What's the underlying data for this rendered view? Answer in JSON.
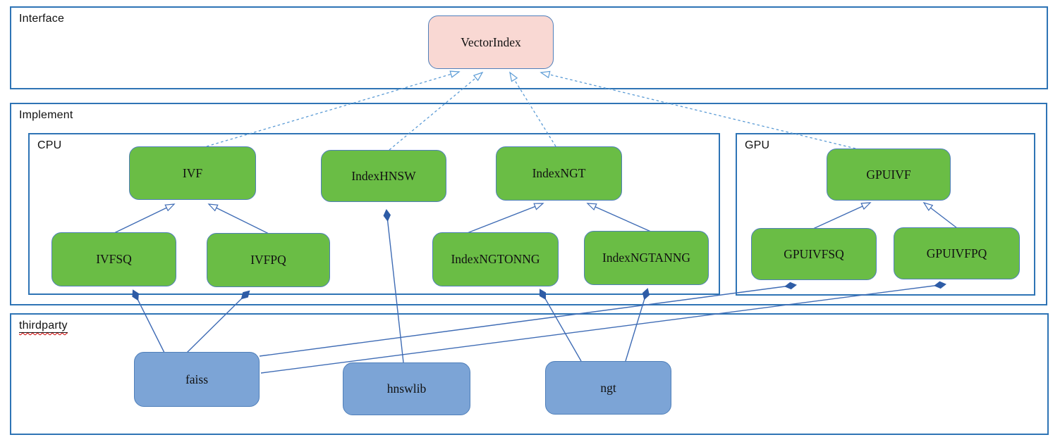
{
  "containers": {
    "interface": {
      "label": "Interface"
    },
    "implement": {
      "label": "Implement"
    },
    "cpu": {
      "label": "CPU"
    },
    "gpu": {
      "label": "GPU"
    },
    "thirdparty": {
      "label": "thirdparty"
    }
  },
  "nodes": {
    "vectorindex": {
      "label": "VectorIndex",
      "group": "interface"
    },
    "ivf": {
      "label": "IVF",
      "group": "cpu"
    },
    "indexhnsw": {
      "label": "IndexHNSW",
      "group": "cpu"
    },
    "indexngt": {
      "label": "IndexNGT",
      "group": "cpu"
    },
    "ivfsq": {
      "label": "IVFSQ",
      "group": "cpu"
    },
    "ivfpq": {
      "label": "IVFPQ",
      "group": "cpu"
    },
    "indexngtonng": {
      "label": "IndexNGTONNG",
      "group": "cpu"
    },
    "indexngtanng": {
      "label": "IndexNGTANNG",
      "group": "cpu"
    },
    "gpuivf": {
      "label": "GPUIVF",
      "group": "gpu"
    },
    "gpuivfsq": {
      "label": "GPUIVFSQ",
      "group": "gpu"
    },
    "gpuivfpq": {
      "label": "GPUIVFPQ",
      "group": "gpu"
    },
    "faiss": {
      "label": "faiss",
      "group": "thirdparty"
    },
    "hnswlib": {
      "label": "hnswlib",
      "group": "thirdparty"
    },
    "ngt": {
      "label": "ngt",
      "group": "thirdparty"
    }
  },
  "relationships": [
    {
      "from": "IVF",
      "to": "VectorIndex",
      "type": "realization"
    },
    {
      "from": "IndexHNSW",
      "to": "VectorIndex",
      "type": "realization"
    },
    {
      "from": "IndexNGT",
      "to": "VectorIndex",
      "type": "realization"
    },
    {
      "from": "GPUIVF",
      "to": "VectorIndex",
      "type": "realization"
    },
    {
      "from": "IVFSQ",
      "to": "IVF",
      "type": "generalization"
    },
    {
      "from": "IVFPQ",
      "to": "IVF",
      "type": "generalization"
    },
    {
      "from": "IndexNGTONNG",
      "to": "IndexNGT",
      "type": "generalization"
    },
    {
      "from": "IndexNGTANNG",
      "to": "IndexNGT",
      "type": "generalization"
    },
    {
      "from": "GPUIVFSQ",
      "to": "GPUIVF",
      "type": "generalization"
    },
    {
      "from": "GPUIVFPQ",
      "to": "GPUIVF",
      "type": "generalization"
    },
    {
      "from": "faiss",
      "to": "IVFSQ",
      "type": "composition"
    },
    {
      "from": "faiss",
      "to": "IVFPQ",
      "type": "composition"
    },
    {
      "from": "faiss",
      "to": "GPUIVFSQ",
      "type": "composition"
    },
    {
      "from": "faiss",
      "to": "GPUIVFPQ",
      "type": "composition"
    },
    {
      "from": "hnswlib",
      "to": "IndexHNSW",
      "type": "composition"
    },
    {
      "from": "ngt",
      "to": "IndexNGTONNG",
      "type": "composition"
    },
    {
      "from": "ngt",
      "to": "IndexNGTANNG",
      "type": "composition"
    }
  ],
  "colors": {
    "container_border": "#2e74b5",
    "node_border": "#4f7fba",
    "green_fill": "#6abd45",
    "pink_fill": "#f9d8d3",
    "blue_fill": "#7ca4d6",
    "edge_solid": "#3f6cb5",
    "edge_dashed": "#5b9bd5",
    "diamond_fill": "#2e5ca6",
    "text_color": "#111111"
  }
}
